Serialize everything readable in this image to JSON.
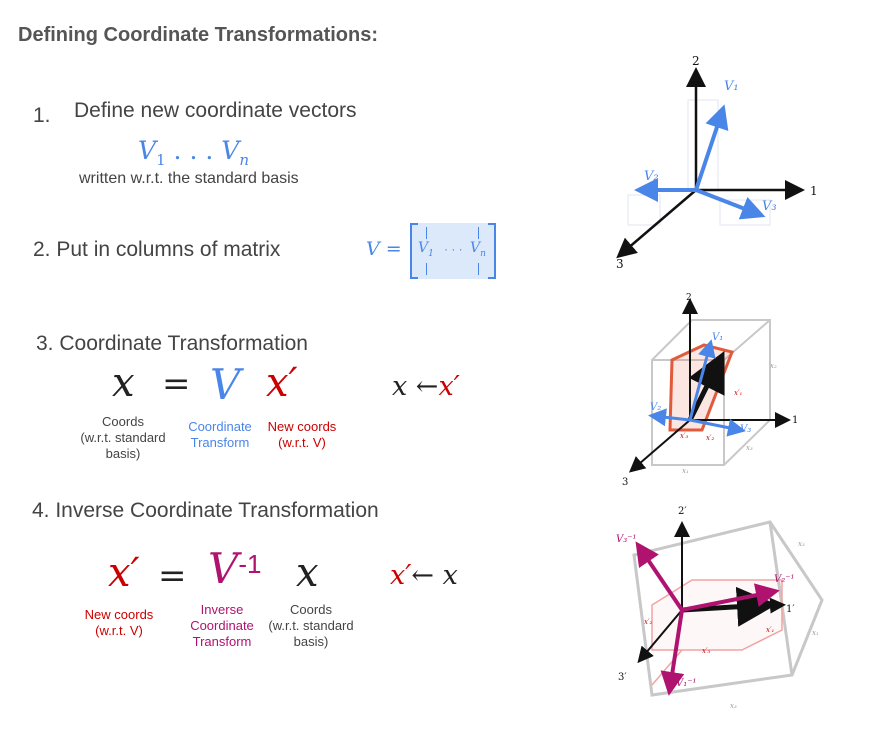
{
  "title": "Defining Coordinate Transformations:",
  "step1": {
    "number": "1.",
    "heading": "Define new coordinate vectors",
    "vectors": "V",
    "sub_first": "1",
    "dots": " . . . ",
    "vector_n": "V",
    "sub_n": "n",
    "note": "written w.r.t. the standard basis"
  },
  "step2": {
    "heading": "2.  Put in columns of matrix",
    "matrix_label": "V =",
    "col_first": "V",
    "col_first_sub": "1",
    "col_dots": "· · ·",
    "col_last": "V",
    "col_last_sub": "n"
  },
  "step3": {
    "heading": "3.  Coordinate Transformation",
    "eq_x": "x",
    "eq_equals": "=",
    "eq_V": "V",
    "eq_xprime": "x′",
    "arrow_lhs": "x ←",
    "arrow_rhs": "x′",
    "label_coords": "Coords\n(w.r.t. standard\nbasis)",
    "label_transform": "Coordinate\nTransform",
    "label_new": "New coords\n(w.r.t. V)"
  },
  "step4": {
    "heading": "4.  Inverse Coordinate Transformation",
    "eq_xprime": "x′",
    "eq_equals": "=",
    "eq_Vinv": "V",
    "eq_inv_sup": "-1",
    "eq_x": "x",
    "arrow_lhs": "x′",
    "arrow_rhs": "← x",
    "label_new": "New coords\n(w.r.t. V)",
    "label_inverse": "Inverse\nCoordinate\nTransform",
    "label_coords": "Coords\n(w.r.t. standard\nbasis)"
  },
  "diagram1": {
    "axis_1": "1",
    "axis_2": "2",
    "axis_3": "3",
    "v1": "V₁",
    "v2": "V₂",
    "v3": "V₃"
  },
  "diagram2": {
    "axis_1": "1",
    "axis_2": "2",
    "axis_3": "3",
    "v1": "V₁",
    "v2": "V₂",
    "v3": "V₃",
    "x1p": "x′₁",
    "x2p": "x′₂",
    "x3p": "x′₃",
    "x1": "x₁",
    "x2": "x₂",
    "x3": "x₃"
  },
  "diagram3": {
    "axis_1": "1′",
    "axis_2": "2′",
    "axis_3": "3′",
    "v1": "V₁⁻¹",
    "v2": "V₂⁻¹",
    "v3": "V₃⁻¹",
    "x1p": "x′₁",
    "x2p": "x′₂",
    "x3p": "x′₃",
    "x1": "x₁",
    "x3": "x₃"
  },
  "colors": {
    "blue": "#4a86e8",
    "red": "#cc0000",
    "magenta": "#b0126f",
    "text": "#444444"
  }
}
